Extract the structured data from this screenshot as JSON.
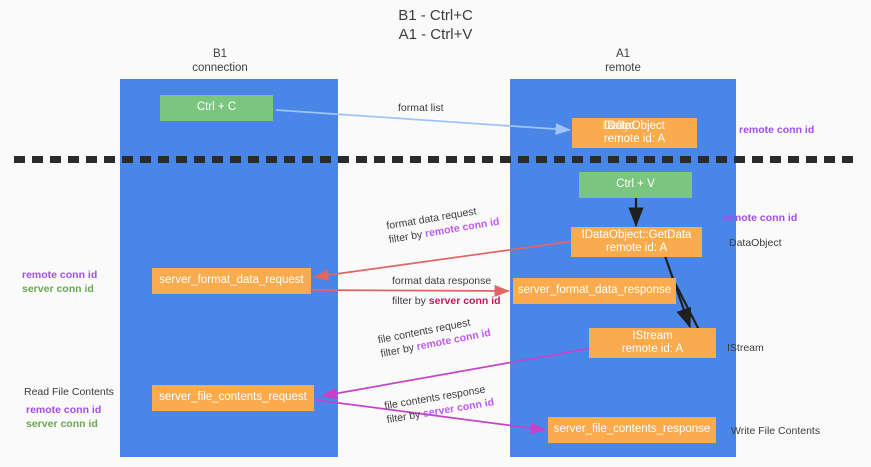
{
  "title": {
    "line1": "B1 - Ctrl+C",
    "line2": "A1 - Ctrl+V"
  },
  "lanes": [
    {
      "id": "b1",
      "name": "B1",
      "role": "connection",
      "color": "#4a86e8"
    },
    {
      "id": "a1",
      "name": "A1",
      "role": "remote",
      "color": "#4a86e8"
    }
  ],
  "nodes": {
    "ctrl_c": {
      "label": "Ctrl + C",
      "color": "#7bc67e"
    },
    "ctrl_v": {
      "label": "Ctrl + V",
      "color": "#7bc67e"
    },
    "idataobject": {
      "line1": "IDataObject",
      "line1_ghost": "IDataObject",
      "line2": "remote id: A",
      "color": "#f9ab4e"
    },
    "getdata": {
      "line1": "IDataObject::GetData",
      "line2": "remote id: A",
      "color": "#f9ab4e"
    },
    "istream": {
      "line1": "IStream",
      "line2": "remote id: A",
      "color": "#f9ab4e"
    },
    "fmt_req": {
      "label": "server_format_data_request",
      "color": "#f9ab4e"
    },
    "fmt_resp": {
      "label": "server_format_data_response",
      "color": "#f9ab4e"
    },
    "file_req": {
      "label": "server_file_contents_request",
      "color": "#f9ab4e"
    },
    "file_resp": {
      "label": "server_file_contents_response",
      "color": "#f9ab4e"
    }
  },
  "edges": {
    "format_list": {
      "label": "format list",
      "color": "#9fc5f8"
    },
    "fmt_data_request": {
      "label": "format data request",
      "filter_prefix": "filter by ",
      "filter_key": "remote conn id",
      "color": "#e06666"
    },
    "fmt_data_response": {
      "label": "format data response",
      "filter_prefix": "filter by ",
      "filter_key": "server conn id",
      "color": "#e06666"
    },
    "file_contents_request": {
      "label": "file contents request",
      "filter_prefix": "filter by ",
      "filter_key": "remote conn id",
      "color": "#c742c7"
    },
    "file_contents_response": {
      "label": "file contents response",
      "filter_prefix": "filter by ",
      "filter_key": "server conn id",
      "color": "#c742c7"
    }
  },
  "annotations": {
    "right": [
      {
        "text": "remote conn id",
        "style": "remote"
      },
      {
        "text": "remote conn id",
        "style": "remote"
      },
      {
        "text": "DataObject",
        "style": "plain"
      },
      {
        "text": "IStream",
        "style": "plain"
      },
      {
        "text": "Write File Contents",
        "style": "plain"
      }
    ],
    "left": [
      {
        "text": "remote conn id",
        "style": "remote"
      },
      {
        "text": "server conn id",
        "style": "server"
      },
      {
        "text": "Read File Contents",
        "style": "plain"
      },
      {
        "text": "remote conn id",
        "style": "remote"
      },
      {
        "text": "server conn id",
        "style": "server"
      }
    ]
  },
  "divider": {
    "name": "phase-divider",
    "color": "#2b2b2b"
  }
}
